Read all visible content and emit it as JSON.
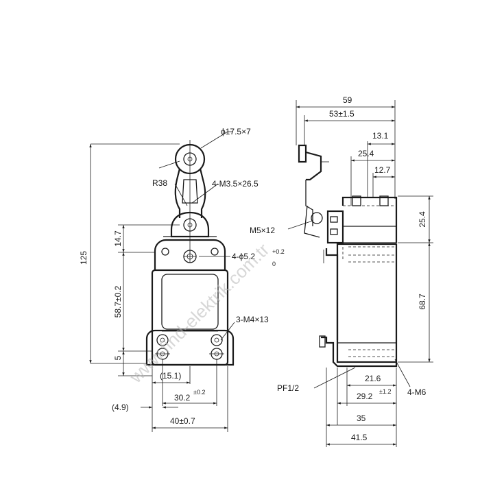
{
  "watermark": "www.find-elektrik.com.tr",
  "front_view": {
    "dims": {
      "roller": "ϕ17.5×7",
      "radius": "R38",
      "lever_screw": "4-M3.5×26.5",
      "top_offset": "14.7",
      "mount_hole": "4-ϕ5.2",
      "mount_hole_tol_upper": "+0.2",
      "mount_hole_tol_lower": "0",
      "overall_height": "125",
      "hole_pitch_v": "58.7±0.2",
      "bottom_offset": "5",
      "conduit_screw": "3-M4×13",
      "offset_left": "(15.1)",
      "hole_pitch_h": "30.2",
      "hole_pitch_h_tol": "±0.2",
      "edge_offset": "(4.9)",
      "body_width": "40±0.7"
    }
  },
  "side_view": {
    "dims": {
      "overall_depth": "59",
      "arm_span": "53±1.5",
      "d_13_1": "13.1",
      "d_25_4_top": "25.4",
      "d_12_7": "12.7",
      "head_height": "25.4",
      "head_screw": "M5×12",
      "body_height": "68.7",
      "conduit": "PF1/2",
      "d_21_6": "21.6",
      "d_29_2": "29.2",
      "d_29_2_tol": "±1.2",
      "base_screw": "4-M6",
      "d_35": "35",
      "d_41_5": "41.5"
    }
  }
}
